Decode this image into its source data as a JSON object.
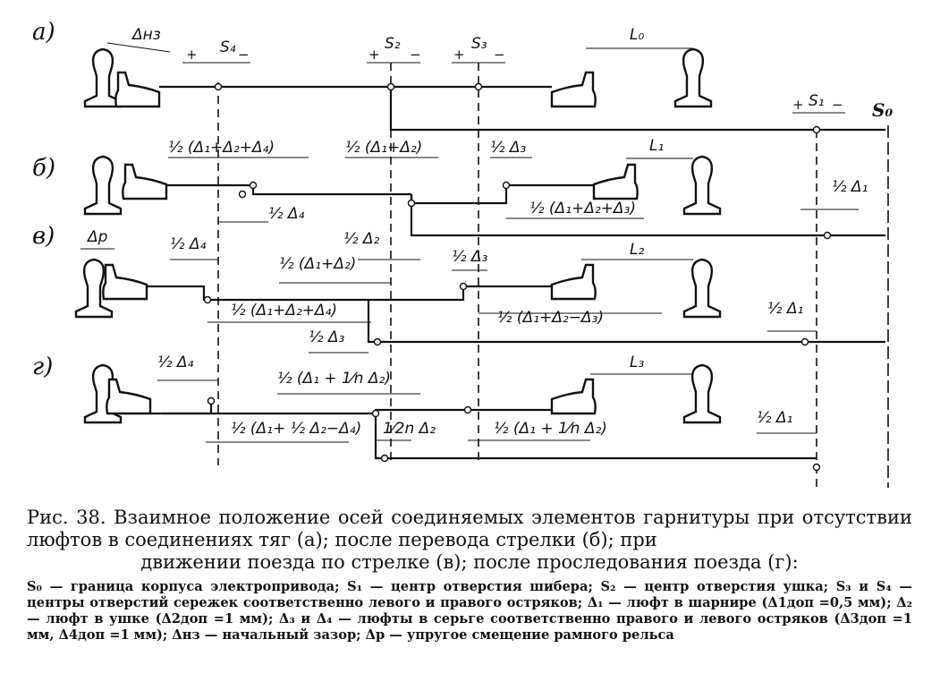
{
  "figure": {
    "rows": [
      {
        "marker": "а)",
        "gap_label": "L₀"
      },
      {
        "marker": "б)",
        "gap_label": "L₁"
      },
      {
        "marker": "в)",
        "gap_label": "L₂"
      },
      {
        "marker": "г)",
        "gap_label": "L₃"
      }
    ],
    "labels": {
      "s4": "S₄",
      "s2": "S₂",
      "s3": "S₃",
      "s1": "S₁",
      "s0": "S₀",
      "dnz": "Δнз",
      "dp": "Δp",
      "plus": "+",
      "minus": "−",
      "b_124": "½ (Δ₁+Δ₂+Δ₄)",
      "b_12": "½ (Δ₁+Δ₂)",
      "b_3": "½ Δ₃",
      "b_4": "½ Δ₄",
      "b_123": "½ (Δ₁+Δ₂+Δ₃)",
      "b_1": "½ Δ₁",
      "v_4": "½ Δ₄",
      "v_2": "½ Δ₂",
      "v_12": "½ (Δ₁+Δ₂)",
      "v_3": "½ Δ₃",
      "v_124": "½ (Δ₁+Δ₂+Δ₄)",
      "v_12m3": "½ (Δ₁+Δ₂−Δ₃)",
      "v_3b": "½ Δ₃",
      "v_1": "½ Δ₁",
      "g_4": "½ Δ₄",
      "g_1n2": "½ (Δ₁ + 1⁄n Δ₂)",
      "g_1": "½ Δ₁",
      "g_12m4": "½ (Δ₁+ ½ Δ₂−Δ₄)",
      "g_2n": "1⁄2n Δ₂",
      "g_1n2b": "½ (Δ₁ + 1⁄n Δ₂)"
    }
  },
  "caption": {
    "main_1": "Рис. 38. Взаимное положение осей соединяемых элементов гарнитуры при отсутствии люфтов в соединениях тяг (а); после перевода стрелки (б); при",
    "main_2": "движении поезда по стрелке (в); после проследования поезда (г):",
    "legend": "S₀ — граница корпуса электропривода; S₁ — центр отверстия шибера; S₂ — центр отверстия ушка; S₃ и S₄ — центры отверстий сережек соответственно левого и правого остряков; Δ₁ — люфт в шарнире (Δ1доп =0,5 мм); Δ₂ — люфт в ушке (Δ2доп =1 мм); Δ₃ и Δ₄ — люфты в серьге соответственно правого и левого остряков (Δ3доп =1 мм, Δ4доп =1 мм); Δнз — начальный зазор; Δp — упругое смещение рамного рельса"
  }
}
